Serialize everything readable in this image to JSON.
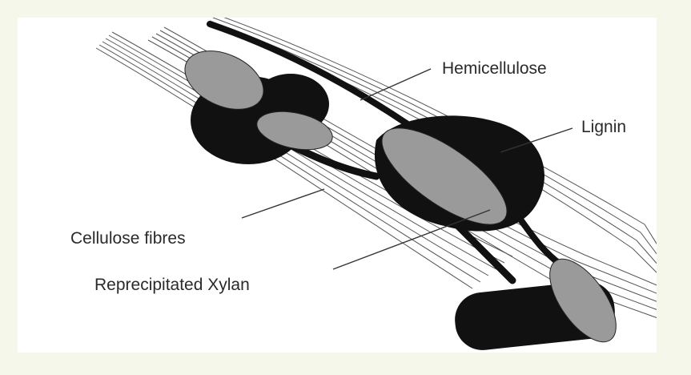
{
  "labels": {
    "hemicellulose": "Hemicellulose",
    "lignin": "Lignin",
    "cellulose": "Cellulose fibres",
    "xylan": "Reprecipitated Xylan"
  },
  "colors": {
    "background": "#f4f7ea",
    "panel": "#ffffff",
    "lignin": "#111111",
    "xylan": "#9a9a9a",
    "fibres": "#555555"
  }
}
